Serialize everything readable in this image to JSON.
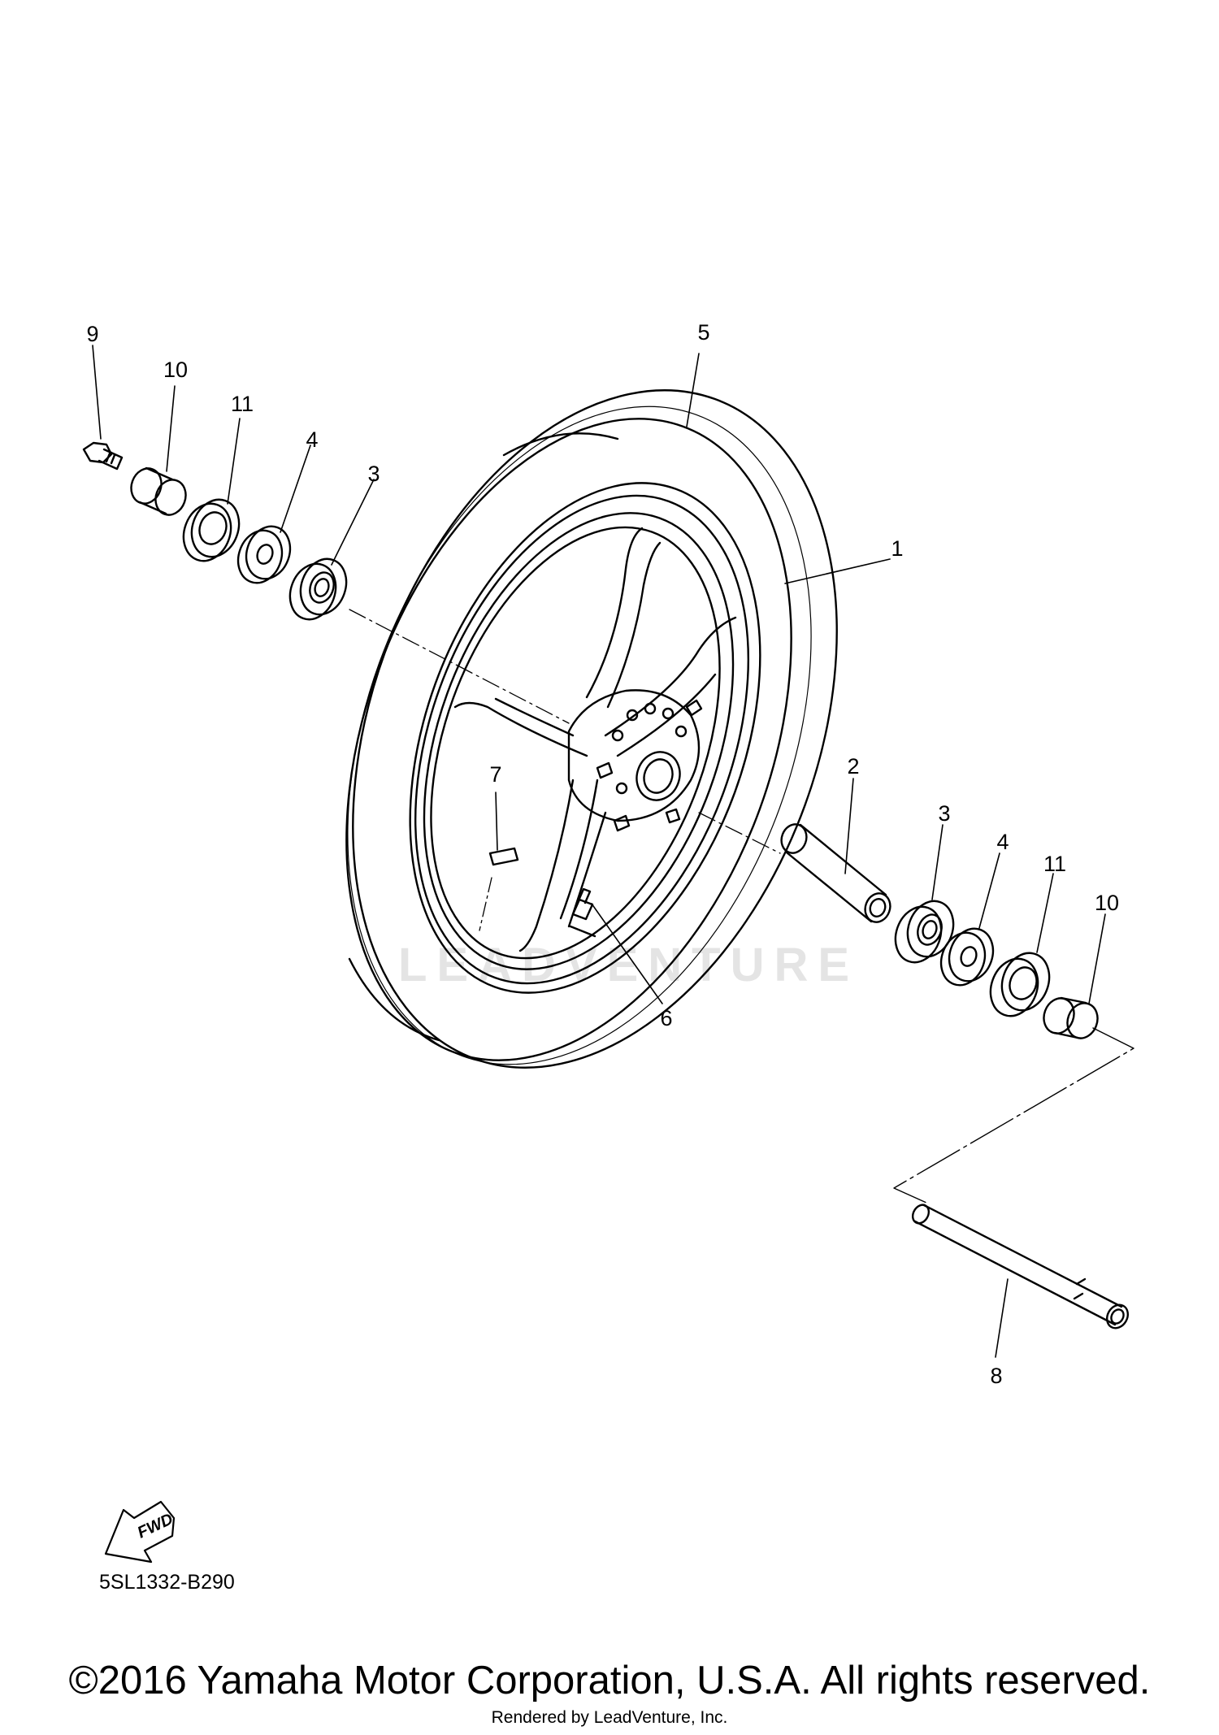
{
  "watermark": "LEADVENTURE",
  "fwd_label": "FWD",
  "diagram_code": "5SL1332-B290",
  "copyright": "©2016 Yamaha Motor Corporation, U.S.A. All rights reserved.",
  "rendered_by": "Rendered by LeadVenture, Inc.",
  "callouts": {
    "left_bolt": "9",
    "left_collar": "10",
    "left_seal": "11",
    "left_washer": "4",
    "left_bearing": "3",
    "tire": "5",
    "rim": "1",
    "spacer": "2",
    "right_bearing": "3",
    "right_washer": "4",
    "right_seal": "11",
    "right_collar": "10",
    "balance_weight": "7",
    "valve": "6",
    "axle": "8"
  }
}
